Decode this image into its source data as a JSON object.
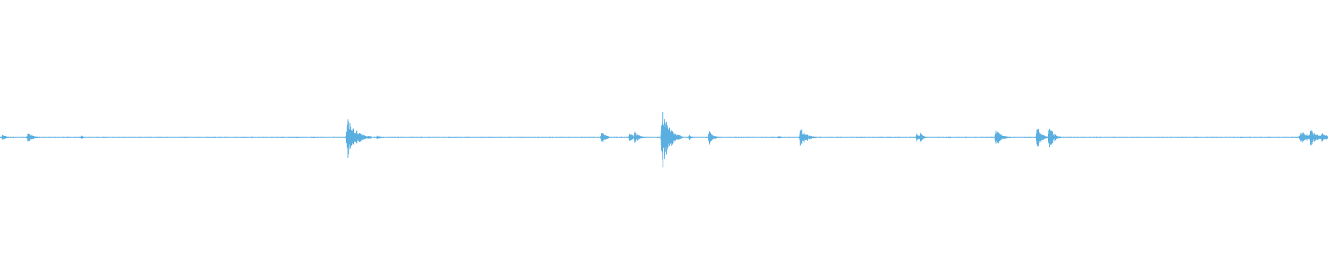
{
  "waveform": {
    "color": "#5aaee0",
    "background": "#ffffff",
    "amplitude_floor": 0.004,
    "bursts": [
      {
        "t": 0.002,
        "amp": 0.025,
        "width": 0.003
      },
      {
        "t": 0.021,
        "amp": 0.035,
        "width": 0.004
      },
      {
        "t": 0.061,
        "amp": 0.018,
        "width": 0.002
      },
      {
        "t": 0.262,
        "amp": 0.14,
        "width": 0.006
      },
      {
        "t": 0.284,
        "amp": 0.015,
        "width": 0.003
      },
      {
        "t": 0.453,
        "amp": 0.045,
        "width": 0.003
      },
      {
        "t": 0.474,
        "amp": 0.04,
        "width": 0.003
      },
      {
        "t": 0.478,
        "amp": 0.045,
        "width": 0.003
      },
      {
        "t": 0.499,
        "amp": 0.2,
        "width": 0.005
      },
      {
        "t": 0.519,
        "amp": 0.02,
        "width": 0.002
      },
      {
        "t": 0.534,
        "amp": 0.05,
        "width": 0.003
      },
      {
        "t": 0.586,
        "amp": 0.015,
        "width": 0.002
      },
      {
        "t": 0.603,
        "amp": 0.075,
        "width": 0.004
      },
      {
        "t": 0.69,
        "amp": 0.015,
        "width": 0.003
      },
      {
        "t": 0.69,
        "amp": 0.04,
        "width": 0.002
      },
      {
        "t": 0.693,
        "amp": 0.04,
        "width": 0.002
      },
      {
        "t": 0.75,
        "amp": 0.06,
        "width": 0.004
      },
      {
        "t": 0.781,
        "amp": 0.09,
        "width": 0.003
      },
      {
        "t": 0.79,
        "amp": 0.11,
        "width": 0.003
      },
      {
        "t": 0.98,
        "amp": 0.04,
        "width": 0.008
      },
      {
        "t": 0.987,
        "amp": 0.06,
        "width": 0.005
      },
      {
        "t": 0.995,
        "amp": 0.035,
        "width": 0.005
      }
    ]
  }
}
